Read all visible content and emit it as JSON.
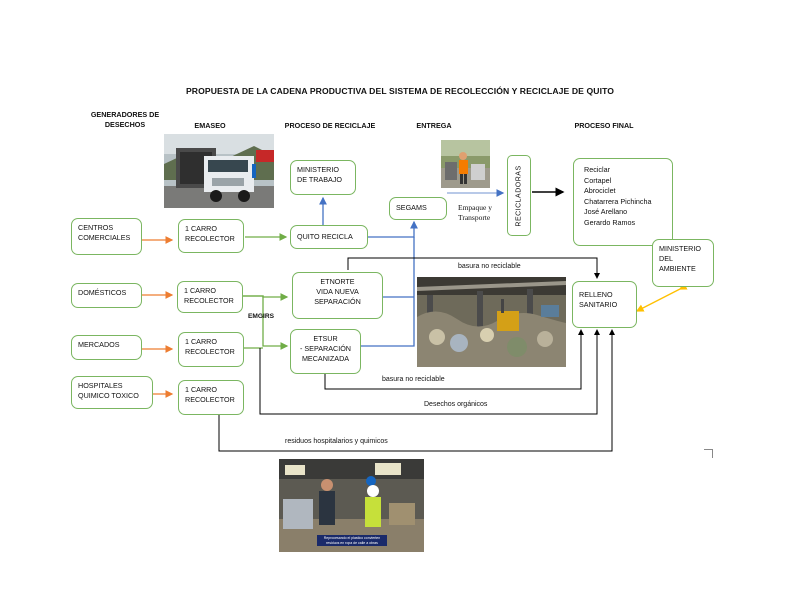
{
  "title": "PROPUESTA DE LA CADENA PRODUCTIVA DEL SISTEMA DE RECOLECCIÓN Y RECICLAJE DE QUITO",
  "headers": {
    "generadores": "GENERADORES DE\nDESECHOS",
    "emaseo": "EMASEO",
    "proceso_reciclaje": "PROCESO DE RECICLAJE",
    "entrega": "ENTREGA",
    "proceso_final": "PROCESO FINAL"
  },
  "generators": [
    "CENTROS\nCOMERCIALES",
    "DOMÉSTICOS",
    "MERCADOS",
    "HOSPITALES\nQUIMICO TOXICO"
  ],
  "collectors": [
    "1 CARRO\nRECOLECTOR",
    "1 CARRO\nRECOLECTOR",
    "1 CARRO\nRECOLECTOR",
    "1 CARRO\nRECOLECTOR"
  ],
  "ministerio_trabajo": "MINISTERIO\nDE TRABAJO",
  "quito_recicla": "QUITO RECICLA",
  "etnorte": "ETNORTE\nVIDA NUEVA\nSEPARACIÓN",
  "etsur": "ETSUR\n- SEPARACIÓN\nMECANIZADA",
  "emgirs": "EMGIRS",
  "segams": "SEGAMS",
  "empaque": "Empaque y\nTransporte",
  "recicladoras": "RECICLADORAS",
  "recyclers_list": "Reciclar\nCortapel\nAbrociclet\nChatarrera Pichincha\nJosé Arellano\nGerardo Ramos",
  "ministerio_ambiente": "MINISTERIO\nDEL\nAMBIENTE",
  "relleno": "RELLENO\nSANITARIO",
  "edge_labels": {
    "basura_top": "basura no reciclable",
    "basura_bottom": "basura no reciclable",
    "organicos": "Desechos orgánicos",
    "hospitalarios": "residuos hospitalarios y quimicos"
  },
  "photo_caption": "Reprocesando el plastico convierten\nresiduos en ropa de calle a obras",
  "colors": {
    "box_border": "#7bb661",
    "orange_arrow": "#ed7d31",
    "green_arrow": "#70ad47",
    "blue_arrow": "#4472c4",
    "gold_arrow": "#ffc000",
    "black_line": "#000000"
  }
}
